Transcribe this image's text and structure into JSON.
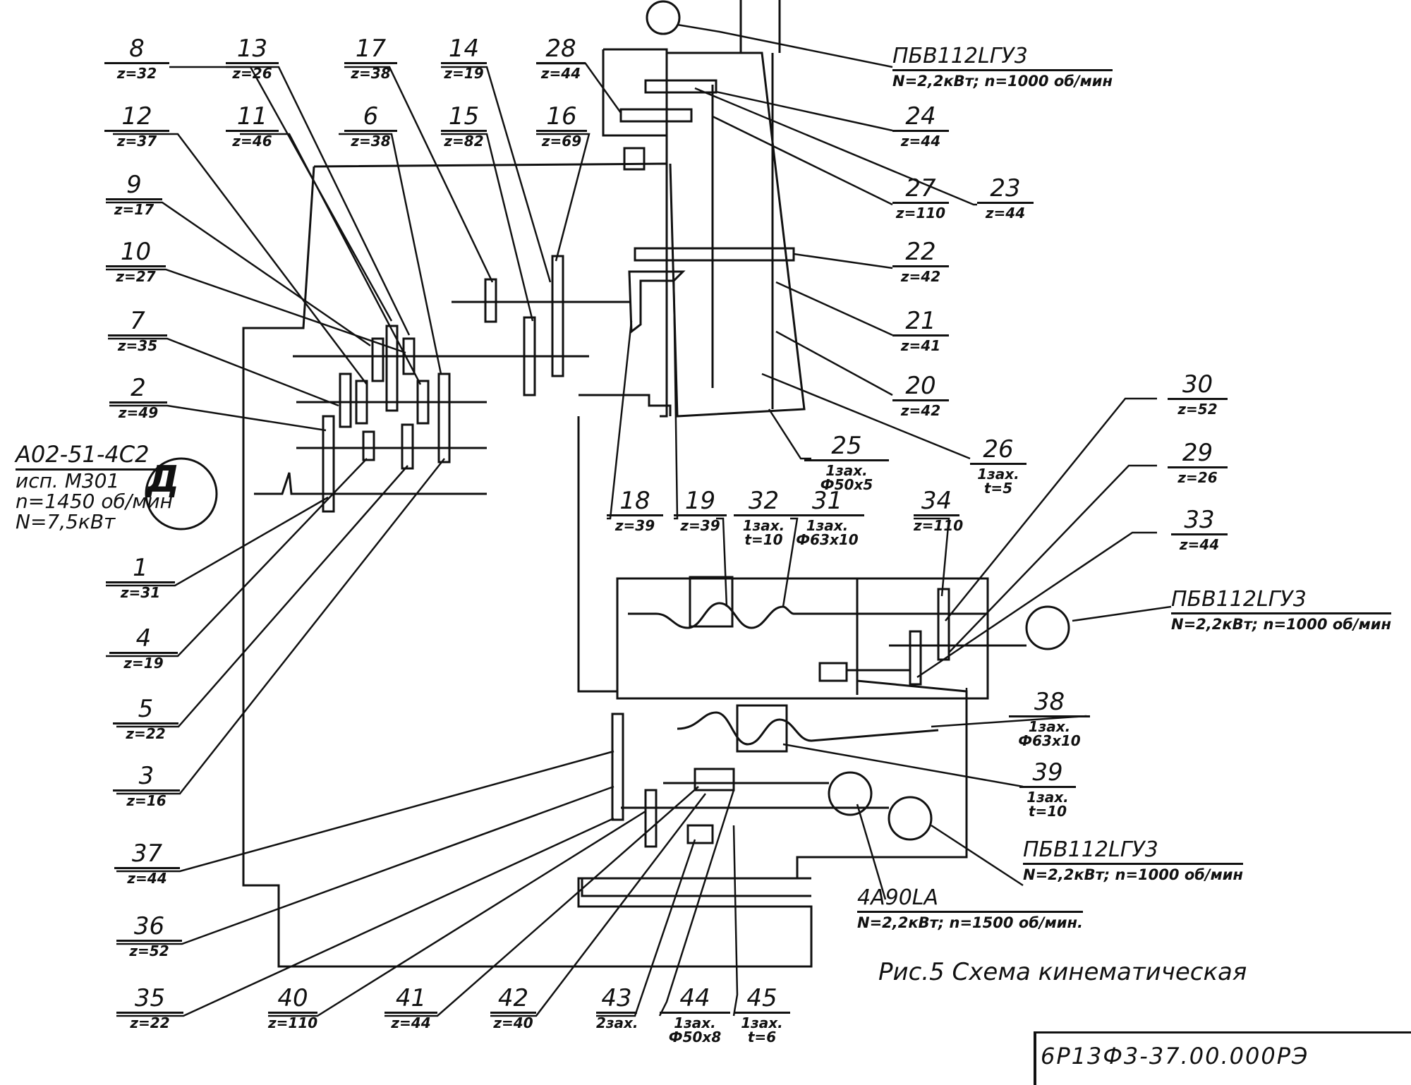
{
  "title": "Рис.5 Схема кинематическая",
  "document_number": "6Р13Ф3-37.00.000РЭ",
  "main_motor": {
    "symbol": "Д",
    "model": "А02-51-4С2",
    "execution": "исп. М301",
    "speed": "n=1450 об/мин",
    "power": "N=7,5кВт"
  },
  "motors": [
    {
      "id": "motor-top",
      "model": "ПБВ112LГУ3",
      "spec": "N=2,2кВт; n=1000 об/мин"
    },
    {
      "id": "motor-right",
      "model": "ПБВ112LГУ3",
      "spec": "N=2,2кВт; n=1000 об/мин"
    },
    {
      "id": "motor-bottom-right",
      "model": "ПБВ112LГУ3",
      "spec": "N=2,2кВт; n=1000 об/мин"
    },
    {
      "id": "motor-bottom",
      "model": "4А90LA",
      "spec": "N=2,2кВт; n=1500 об/мин."
    }
  ],
  "parts": {
    "p1": {
      "num": "1",
      "spec": "z=31"
    },
    "p2": {
      "num": "2",
      "spec": "z=49"
    },
    "p3": {
      "num": "3",
      "spec": "z=16"
    },
    "p4": {
      "num": "4",
      "spec": "z=19"
    },
    "p5": {
      "num": "5",
      "spec": "z=22"
    },
    "p6": {
      "num": "6",
      "spec": "z=38"
    },
    "p7": {
      "num": "7",
      "spec": "z=35"
    },
    "p8": {
      "num": "8",
      "spec": "z=32"
    },
    "p9": {
      "num": "9",
      "spec": "z=17"
    },
    "p10": {
      "num": "10",
      "spec": "z=27"
    },
    "p11": {
      "num": "11",
      "spec": "z=46"
    },
    "p12": {
      "num": "12",
      "spec": "z=37"
    },
    "p13": {
      "num": "13",
      "spec": "z=26"
    },
    "p14": {
      "num": "14",
      "spec": "z=19"
    },
    "p15": {
      "num": "15",
      "spec": "z=82"
    },
    "p16": {
      "num": "16",
      "spec": "z=69"
    },
    "p17": {
      "num": "17",
      "spec": "z=38"
    },
    "p18": {
      "num": "18",
      "spec": "z=39"
    },
    "p19": {
      "num": "19",
      "spec": "z=39"
    },
    "p20": {
      "num": "20",
      "spec": "z=42"
    },
    "p21": {
      "num": "21",
      "spec": "z=41"
    },
    "p22": {
      "num": "22",
      "spec": "z=42"
    },
    "p23": {
      "num": "23",
      "spec": "z=44"
    },
    "p24": {
      "num": "24",
      "spec": "z=44"
    },
    "p25": {
      "num": "25",
      "spec": "1зах. Ф50x5"
    },
    "p26": {
      "num": "26",
      "spec": "1зах. t=5"
    },
    "p27": {
      "num": "27",
      "spec": "z=110"
    },
    "p28": {
      "num": "28",
      "spec": "z=44"
    },
    "p29": {
      "num": "29",
      "spec": "z=26"
    },
    "p30": {
      "num": "30",
      "spec": "z=52"
    },
    "p31": {
      "num": "31",
      "spec": "1зах. Ф63x10"
    },
    "p32": {
      "num": "32",
      "spec": "1зах. t=10"
    },
    "p33": {
      "num": "33",
      "spec": "z=44"
    },
    "p34": {
      "num": "34",
      "spec": "z=110"
    },
    "p35": {
      "num": "35",
      "spec": "z=22"
    },
    "p36": {
      "num": "36",
      "spec": "z=52"
    },
    "p37": {
      "num": "37",
      "spec": "z=44"
    },
    "p38": {
      "num": "38",
      "spec": "1зах. Ф63x10"
    },
    "p39": {
      "num": "39",
      "spec": "1зах. t=10"
    },
    "p40": {
      "num": "40",
      "spec": "z=110"
    },
    "p41": {
      "num": "41",
      "spec": "z=44"
    },
    "p42": {
      "num": "42",
      "spec": "z=40"
    },
    "p43": {
      "num": "43",
      "spec": "2зах."
    },
    "p44": {
      "num": "44",
      "spec": "1зах. Ф50x8"
    },
    "p45": {
      "num": "45",
      "spec": "1зах. t=6"
    }
  }
}
